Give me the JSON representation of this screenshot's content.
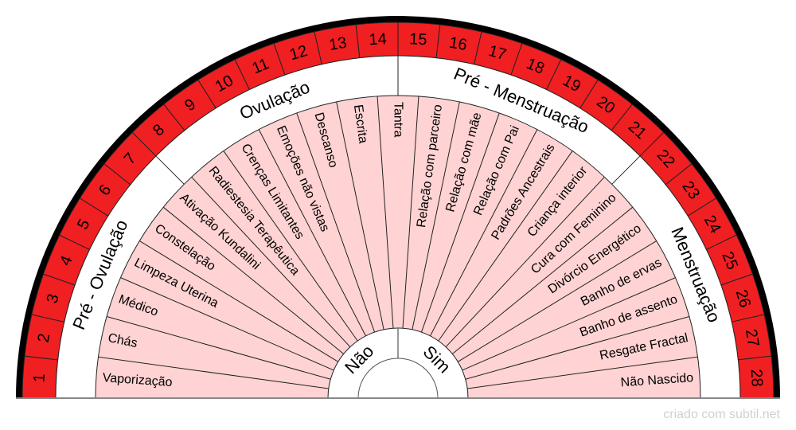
{
  "colors": {
    "red": "#f01f22",
    "pink": "#ffd3d3",
    "ring": "#000000",
    "line": "#333333"
  },
  "numbers": [
    "1",
    "2",
    "3",
    "4",
    "5",
    "6",
    "7",
    "8",
    "9",
    "10",
    "11",
    "12",
    "13",
    "14",
    "15",
    "16",
    "17",
    "18",
    "19",
    "20",
    "21",
    "22",
    "23",
    "24",
    "25",
    "26",
    "27",
    "28"
  ],
  "phases": [
    "Pré - Ovulação",
    "Ovulação",
    "Pré - Menstruação",
    "Menstruação"
  ],
  "items": [
    "Vaporização",
    "Chás",
    "Médico",
    "Limpeza Uterina",
    "Constelação",
    "Ativação Kundalini",
    "Radiestesia Terapêutica",
    "Crenças Limitantes",
    "Emoções não vistas",
    "Descanso",
    "Escrita",
    "Tantra",
    "Relação com parceiro",
    "Relação com mãe",
    "Relação com Pai",
    "Padrões Ancestrais",
    "Criança interior",
    "Cura com Feminino",
    "Divórcio Energético",
    "Banho de ervas",
    "Banho de assento",
    "Resgate Fractal",
    "Não Nascido"
  ],
  "answers": {
    "no": "Não",
    "yes": "Sim"
  },
  "credit": "criado com subtil.net"
}
